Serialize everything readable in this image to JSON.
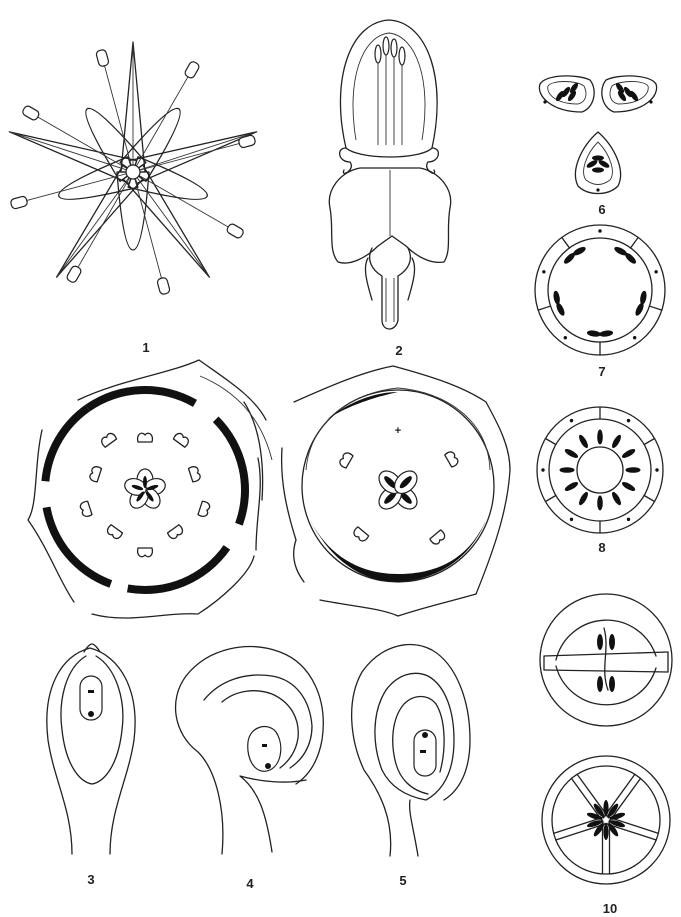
{
  "figures": [
    {
      "id": "fig-1",
      "label": "1"
    },
    {
      "id": "fig-2",
      "label": "2"
    },
    {
      "id": "fig-3",
      "label": "3"
    },
    {
      "id": "fig-4",
      "label": "4"
    },
    {
      "id": "fig-5",
      "label": "5"
    },
    {
      "id": "fig-6",
      "label": "6"
    },
    {
      "id": "fig-7",
      "label": "7"
    },
    {
      "id": "fig-8",
      "label": "8"
    },
    {
      "id": "fig-10",
      "label": "10"
    }
  ],
  "colors": {
    "ink": "#222222",
    "background": "#ffffff"
  }
}
